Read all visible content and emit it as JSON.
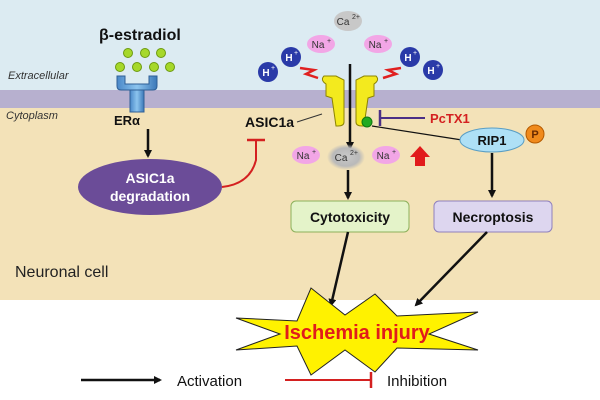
{
  "regions": {
    "extracellular": "Extracellular",
    "cytoplasm": "Cytoplasm",
    "cell": "Neuronal cell"
  },
  "molecules": {
    "estradiol": "β-estradiol",
    "receptor": "ERα",
    "channel": "ASIC1a",
    "toxin": "PcTX1",
    "kinase": "RIP1",
    "phospho": "P"
  },
  "ions": {
    "calcium": "Ca",
    "calcium_charge": "2+",
    "sodium": "Na",
    "proton": "H",
    "charge_plus": "+"
  },
  "boxes": {
    "degradation_line1": "ASIC1a",
    "degradation_line2": "degradation",
    "cytotoxicity": "Cytotoxicity",
    "necroptosis": "Necroptosis"
  },
  "outcome": "Ischemia injury",
  "legend": {
    "activation": "Activation",
    "inhibition": "Inhibition"
  },
  "colors": {
    "extracellular_bg": "#dcebf2",
    "membrane": "#b7b0cf",
    "cytoplasm_bg": "#f3e2b8",
    "channel_yellow": "#f3ea1e",
    "proton_blue": "#2a3aa8",
    "sodium_pink": "#f2a6e6",
    "calcium_gray": "#c8c8c8",
    "inhibition_red": "#d42020",
    "pctx1_text": "#d42020",
    "rip1_blue": "#aee0f6",
    "degradation_purple": "#6b4c98",
    "cytotoxicity_green": "#e4f3c9",
    "necroptosis_purple": "#ddd6ef",
    "star_yellow": "#fff200",
    "outcome_red": "#e11b1b"
  }
}
